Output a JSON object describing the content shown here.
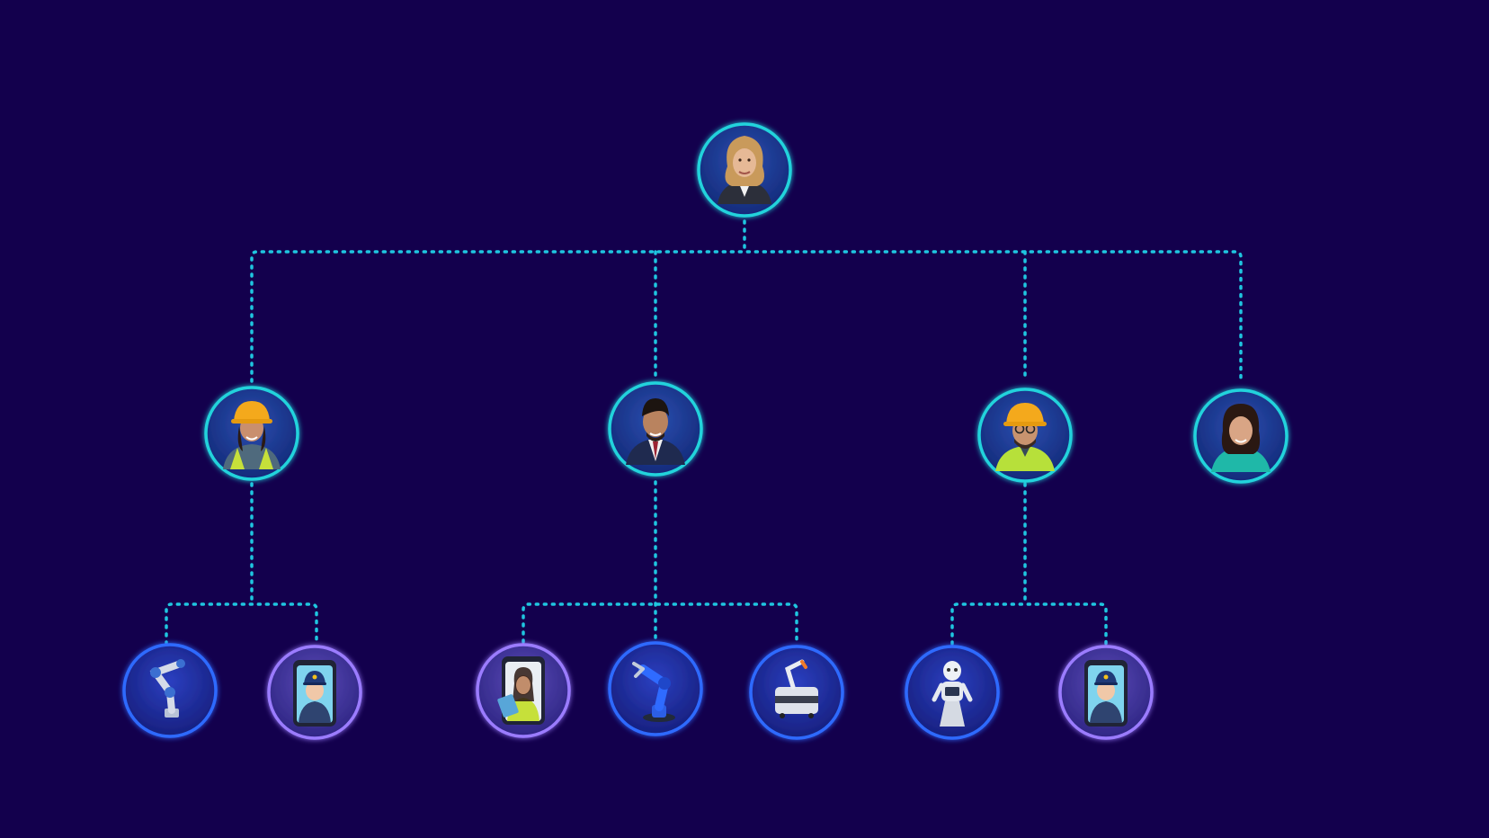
{
  "colors": {
    "background": "#13004d",
    "connector": "#1fc6e0",
    "ring_human": "#22d3dc",
    "ring_robot": "#2f6bff",
    "ring_digital": "#9b7bff",
    "node_fill": "#1b2a8f",
    "node_fill_digital": "#3b2e8f"
  },
  "nodes": [
    {
      "id": "n0",
      "kind": "human",
      "icon": "businesswoman-portrait-icon",
      "parent": null
    },
    {
      "id": "n1",
      "kind": "human",
      "icon": "female-worker-hardhat-icon",
      "parent": "n0"
    },
    {
      "id": "n2",
      "kind": "human",
      "icon": "businessman-suit-icon",
      "parent": "n0"
    },
    {
      "id": "n3",
      "kind": "human",
      "icon": "male-worker-hardhat-icon",
      "parent": "n0"
    },
    {
      "id": "n4",
      "kind": "human",
      "icon": "woman-teal-shirt-icon",
      "parent": "n0"
    },
    {
      "id": "n5",
      "kind": "robot",
      "icon": "cobot-arm-icon",
      "parent": "n1"
    },
    {
      "id": "n6",
      "kind": "digital",
      "icon": "phone-avatar-assistant-icon",
      "parent": "n1"
    },
    {
      "id": "n7",
      "kind": "digital",
      "icon": "phone-worker-tablet-icon",
      "parent": "n2"
    },
    {
      "id": "n8",
      "kind": "robot",
      "icon": "industrial-robot-arm-icon",
      "parent": "n2"
    },
    {
      "id": "n9",
      "kind": "robot",
      "icon": "mobile-robot-cart-icon",
      "parent": "n2"
    },
    {
      "id": "n10",
      "kind": "robot",
      "icon": "humanoid-robot-icon",
      "parent": "n3"
    },
    {
      "id": "n11",
      "kind": "digital",
      "icon": "phone-avatar-assistant-icon",
      "parent": "n3"
    }
  ]
}
